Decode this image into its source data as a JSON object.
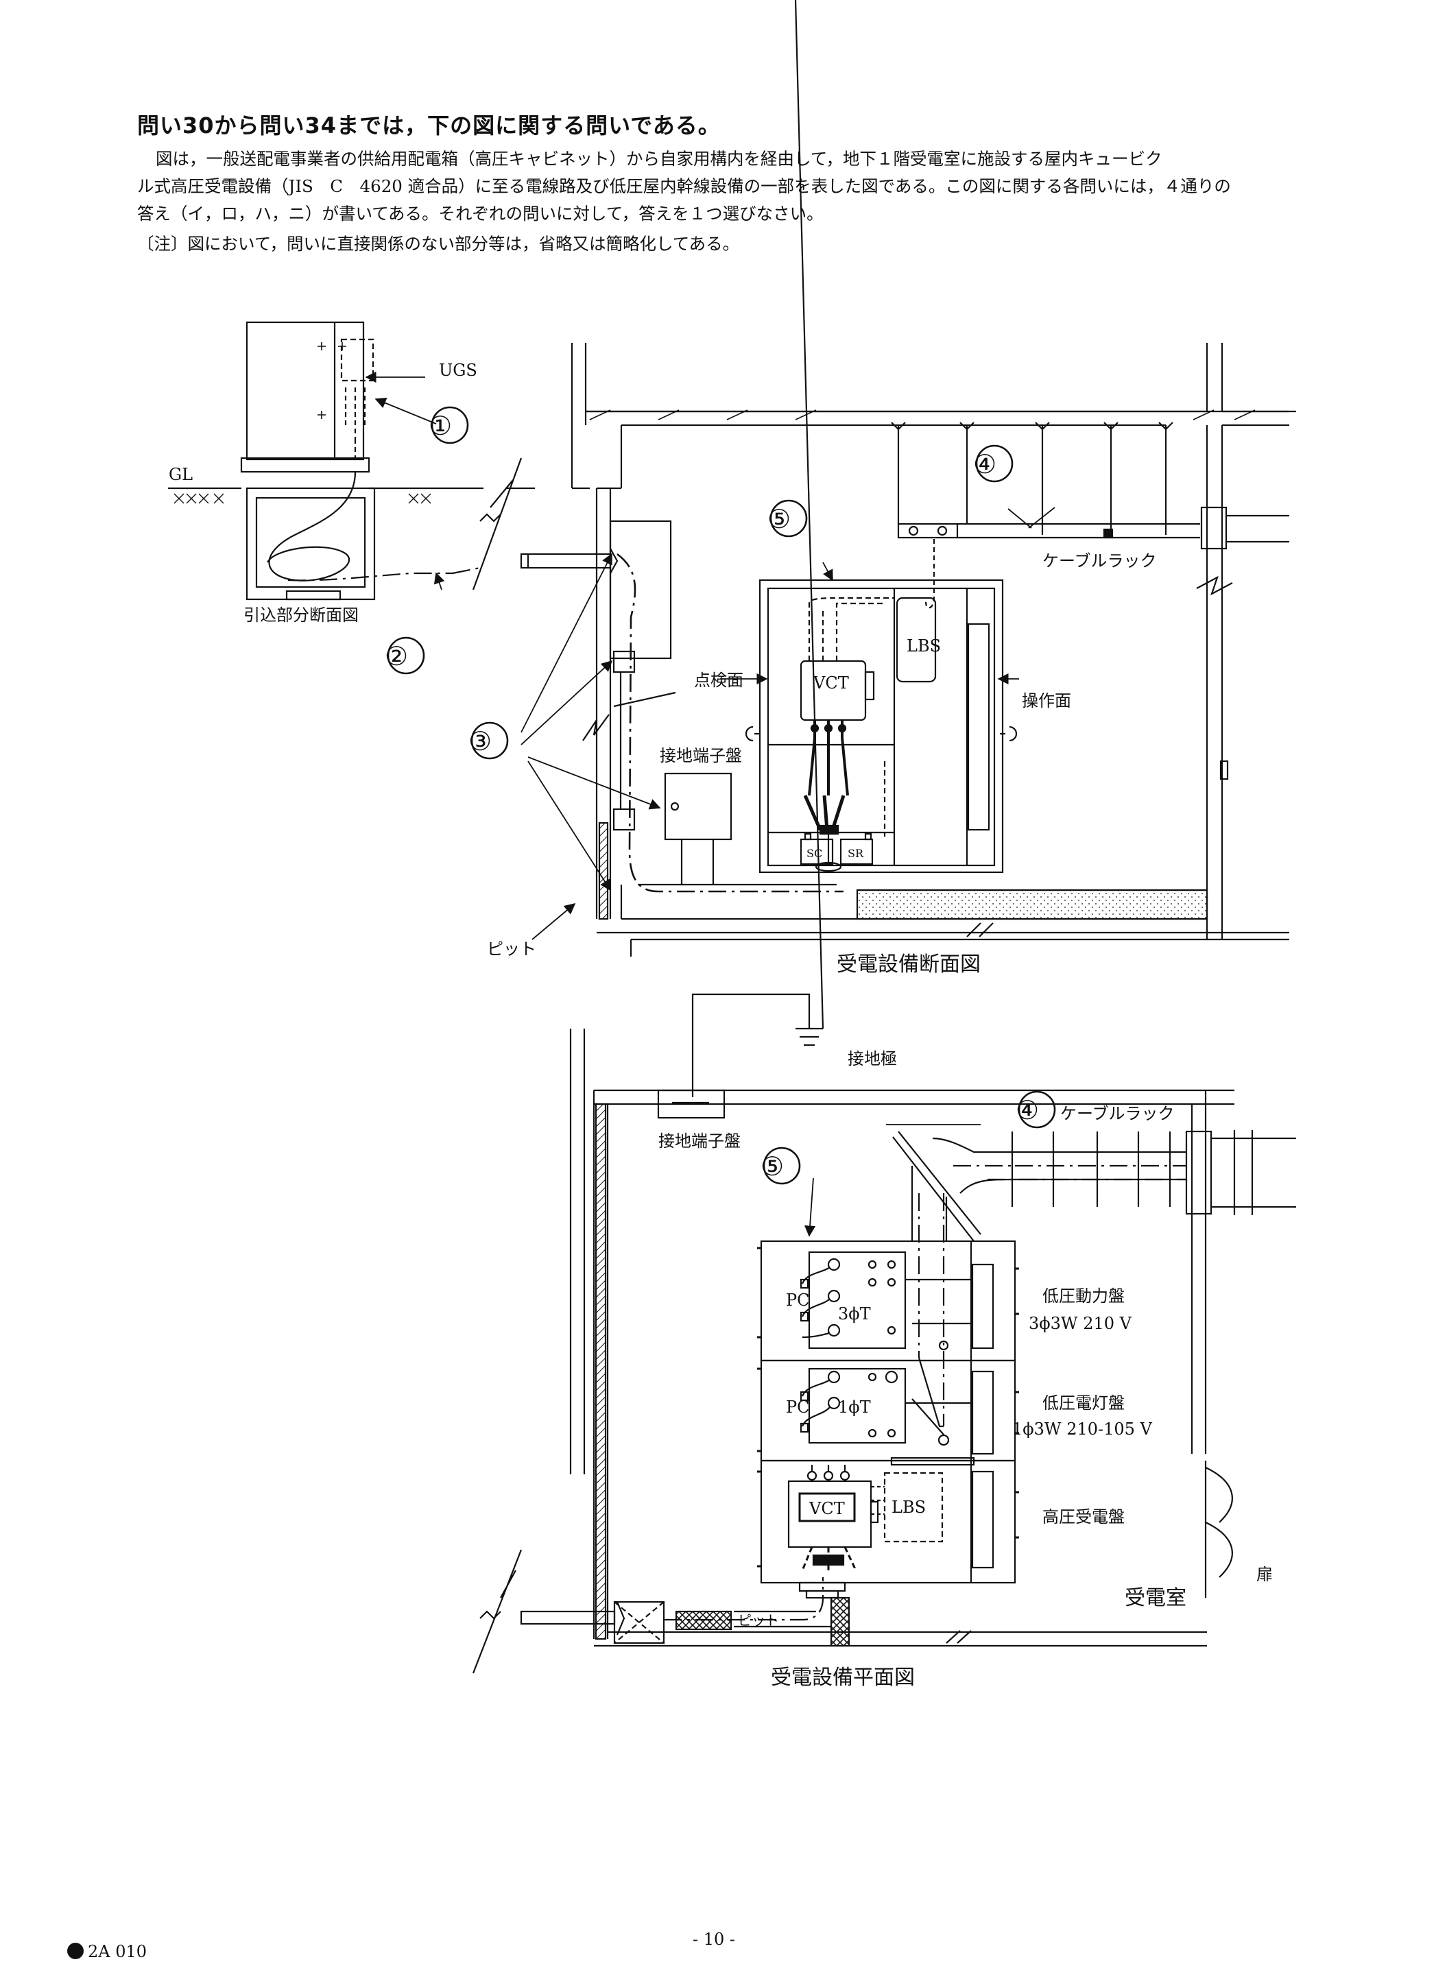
{
  "header": {
    "title": "問い30から問い34までは，下の図に関する問いである。",
    "intro_line1": "図は，一般送配電事業者の供給用配電箱（高圧キャビネット）から自家用構内を経由して，地下１階受電室に施設する屋内キュービク",
    "intro_line2": "ル式高圧受電設備（JIS　C　4620 適合品）に至る電線路及び低圧屋内幹線設備の一部を表した図である。この図に関する各問いには，４通りの",
    "intro_line3": "答え（イ，ロ，ハ，ニ）が書いてある。それぞれの問いに対して，答えを１つ選びなさい。",
    "note": "〔注〕図において，問いに直接関係のない部分等は，省略又は簡略化してある。"
  },
  "section_view": {
    "ugs": "UGS",
    "gl": "GL",
    "lead_in_caption": "引込部分断面図",
    "marker1": "①",
    "marker2": "②",
    "marker3": "③",
    "marker4": "④",
    "marker5": "⑤",
    "cable_rack": "ケーブルラック",
    "lbs": "LBS",
    "vct": "VCT",
    "inspection_face": "点検面",
    "operation_face": "操作面",
    "grounding_terminal_board": "接地端子盤",
    "sc": "SC",
    "sr": "SR",
    "pit": "ピット",
    "caption": "受電設備断面図"
  },
  "plan_view": {
    "ground_electrode": "接地極",
    "grounding_terminal_board": "接地端子盤",
    "marker4": "④",
    "cable_rack": "ケーブルラック",
    "marker5": "⑤",
    "pc1": "PC",
    "t3": "3ϕT",
    "pc2": "PC",
    "t1": "1ϕT",
    "vct": "VCT",
    "lbs": "LBS",
    "lv_power_panel": "低圧動力盤",
    "lv_power_spec": "3ϕ3W 210 V",
    "lv_lighting_panel": "低圧電灯盤",
    "lv_lighting_spec": "1ϕ3W 210-105 V",
    "hv_panel": "高圧受電盤",
    "door": "扉",
    "room": "受電室",
    "pit": "ピット",
    "caption": "受電設備平面図"
  },
  "footer": {
    "code": "2A  010",
    "page": "- 10 -"
  }
}
